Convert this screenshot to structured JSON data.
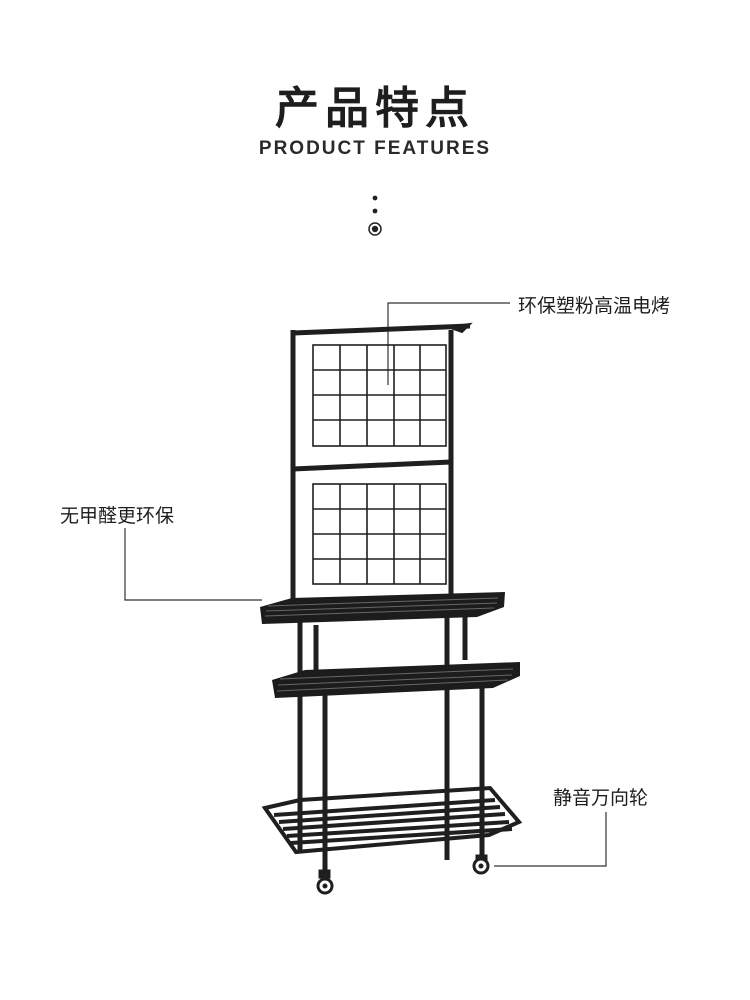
{
  "header": {
    "title": "产品特点",
    "subtitle": "PRODUCT FEATURES"
  },
  "callouts": {
    "top": "环保塑粉高温电烤",
    "left": "无甲醛更环保",
    "bottom": "静音万向轮"
  },
  "colors": {
    "frame": "#1f1f1f",
    "text": "#1e1e1e",
    "leader_line": "#333333"
  },
  "icons": {
    "divider": "dots-target-icon"
  }
}
